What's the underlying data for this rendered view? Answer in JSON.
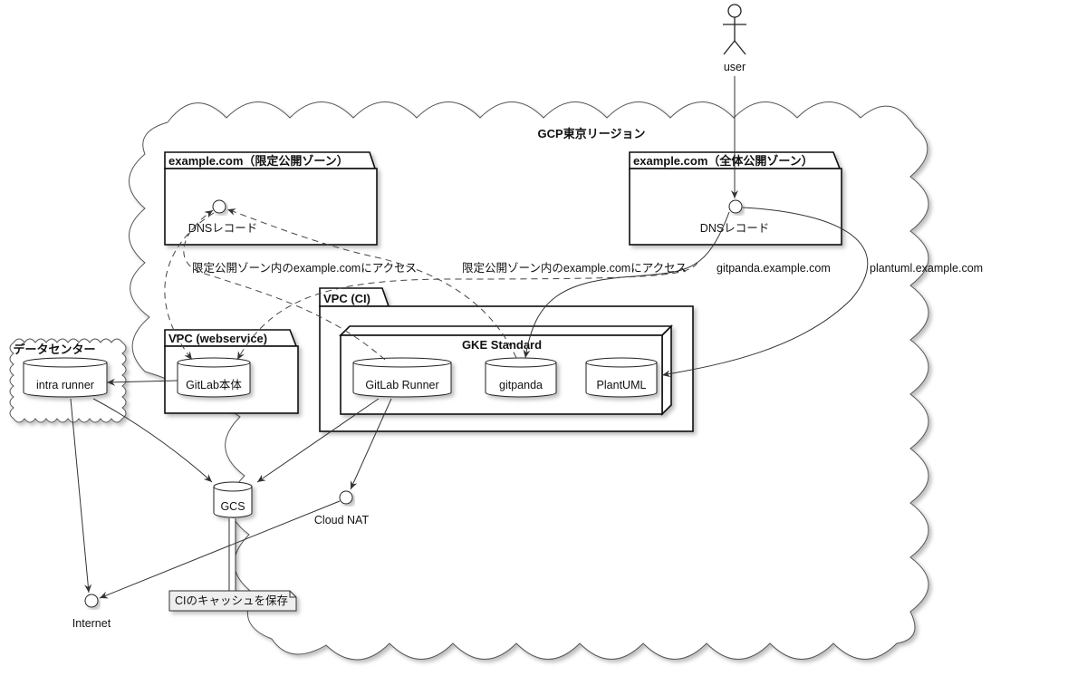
{
  "actor": {
    "label": "user"
  },
  "region": {
    "label": "GCP東京リージョン"
  },
  "datacenter": {
    "label": "データセンター",
    "node": "intra runner"
  },
  "private_zone": {
    "label": "example.com（限定公開ゾーン）",
    "record": "DNSレコード"
  },
  "public_zone": {
    "label": "example.com（全体公開ゾーン）",
    "record": "DNSレコード"
  },
  "vpc_web": {
    "label": "VPC (webservice)",
    "node": "GitLab本体"
  },
  "vpc_ci": {
    "label": "VPC (CI)"
  },
  "gke": {
    "label": "GKE Standard",
    "nodes": [
      "GitLab Runner",
      "gitpanda",
      "PlantUML"
    ]
  },
  "gcs": {
    "label": "GCS"
  },
  "cloud_nat": {
    "label": "Cloud NAT"
  },
  "internet": {
    "label": "Internet"
  },
  "note": {
    "text": "CIのキャッシュを保存"
  },
  "edge_labels": {
    "private_access_1": "限定公開ゾーン内のexample.comにアクセス",
    "private_access_2": "限定公開ゾーン内のexample.comにアクセス",
    "gitpanda_domain": "gitpanda.example.com",
    "plantuml_domain": "plantuml.example.com"
  }
}
